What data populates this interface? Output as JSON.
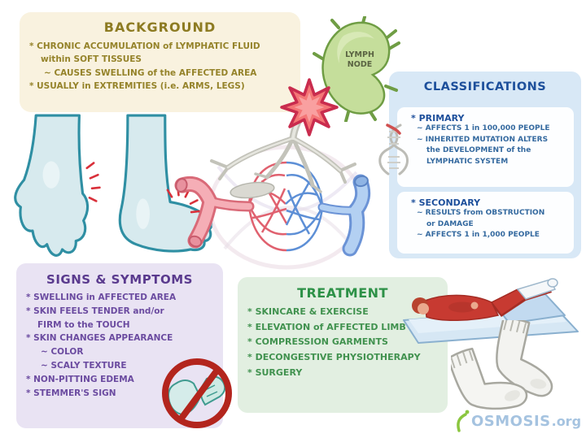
{
  "panels": {
    "background": {
      "title": "BACKGROUND",
      "lines": [
        "* CHRONIC ACCUMULATION of LYMPHATIC FLUID",
        "within SOFT TISSUES",
        "~ CAUSES SWELLING of the AFFECTED AREA",
        "* USUALLY in EXTREMITIES (i.e. ARMS, LEGS)"
      ]
    },
    "classifications": {
      "title": "CLASSIFICATIONS",
      "primary": {
        "heading": "* PRIMARY",
        "lines": [
          "~ AFFECTS 1 in 100,000 PEOPLE",
          "~ INHERITED MUTATION ALTERS",
          "the DEVELOPMENT of the",
          "LYMPHATIC SYSTEM"
        ]
      },
      "secondary": {
        "heading": "* SECONDARY",
        "lines": [
          "~ RESULTS from OBSTRUCTION",
          "or DAMAGE",
          "~ AFFECTS 1 in 1,000 PEOPLE"
        ]
      }
    },
    "signs": {
      "title": "SIGNS & SYMPTOMS",
      "lines": [
        "* SWELLING in AFFECTED AREA",
        "* SKIN FEELS TENDER and/or",
        "FIRM to the TOUCH",
        "* SKIN CHANGES APPEARANCE",
        "~ COLOR",
        "~ SCALY TEXTURE",
        "* NON-PITTING EDEMA",
        "* STEMMER'S SIGN"
      ]
    },
    "treatment": {
      "title": "TREATMENT",
      "lines": [
        "* SKINCARE & EXERCISE",
        "* ELEVATION of AFFECTED LIMB",
        "* COMPRESSION GARMENTS",
        "* DECONGESTIVE PHYSIOTHERAPY",
        "* SURGERY"
      ]
    }
  },
  "labels": {
    "lymph_node": "LYMPH\nNODE"
  },
  "logo": {
    "name": "OSMOSIS",
    "suffix": ".org"
  },
  "colors": {
    "background_panel": "#f9f2df",
    "background_text": "#95832a",
    "classifications_panel": "#d8e8f6",
    "classifications_title": "#1d4f9b",
    "classifications_text": "#34699f",
    "signs_panel": "#e9e3f3",
    "signs_title": "#5a3a8e",
    "signs_text": "#6b4ba0",
    "treatment_panel": "#e2efe1",
    "treatment_title": "#2d9147",
    "treatment_text": "#41924f",
    "lymph_node_fill": "#c5de9b",
    "lymph_node_stroke": "#6f9d44",
    "artery": "#f5aeb6",
    "vein": "#b3d0f2",
    "lymph_vessel": "#c3c3ba",
    "alert_star": "#f47676",
    "prohibition_red": "#b3251d",
    "limb_fill": "#d7eaee",
    "limb_stroke": "#2f8fa3",
    "logo_text": "#a5c3e0",
    "logo_mark": "#8bc63f"
  }
}
